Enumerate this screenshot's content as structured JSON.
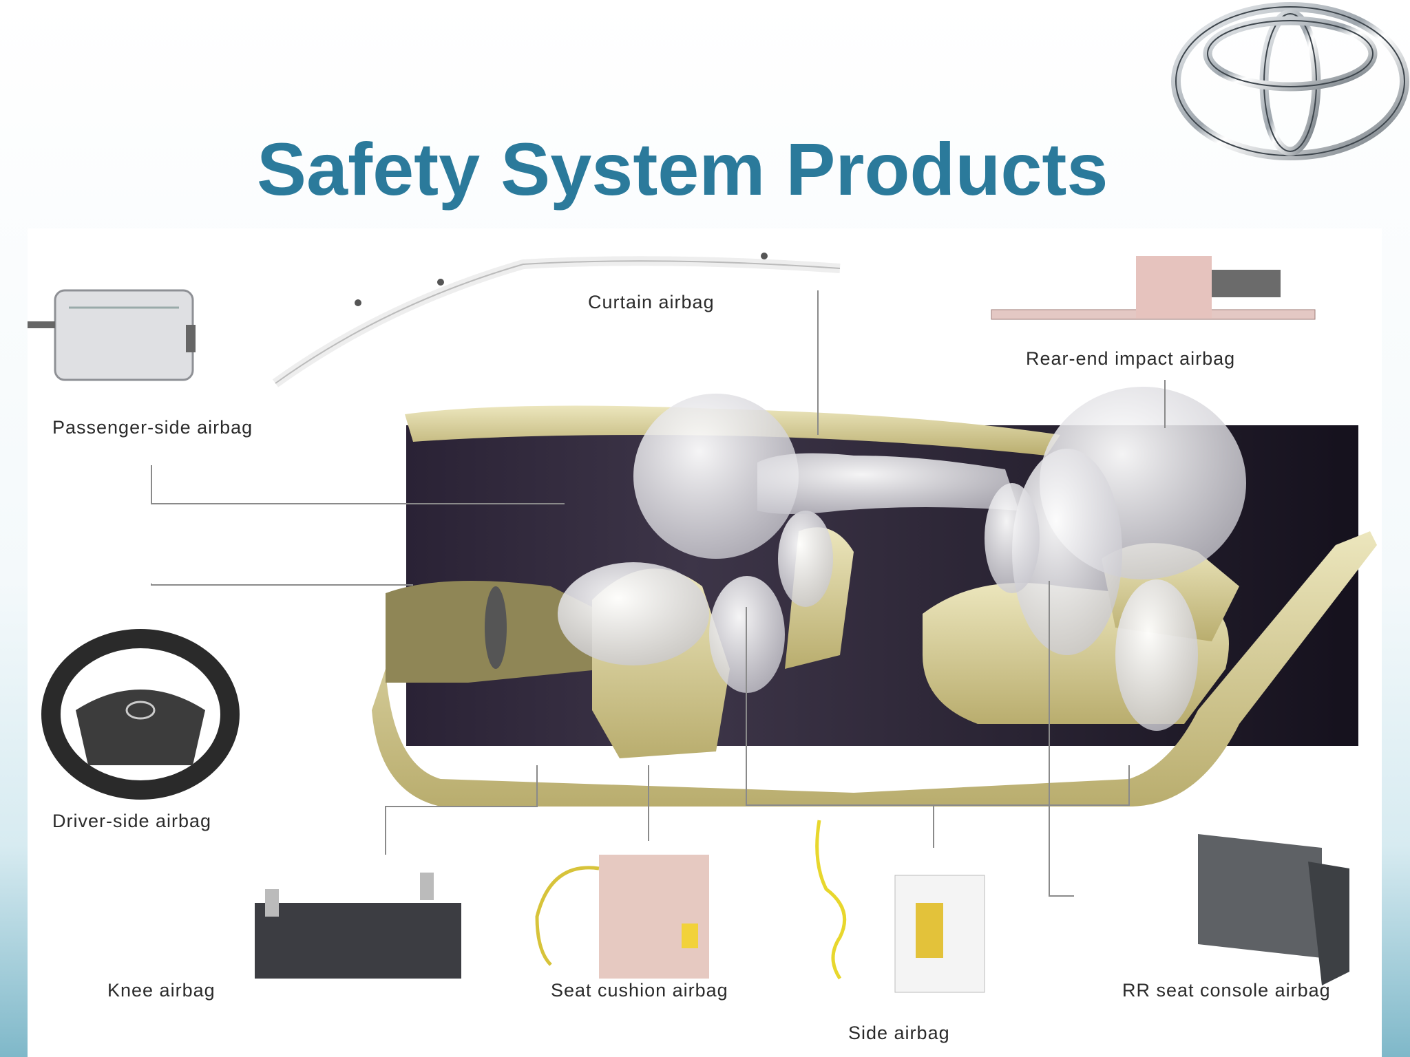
{
  "title": "Safety System Products",
  "logo": {
    "icon": "toyota-emblem-icon"
  },
  "labels": {
    "curtain": "Curtain airbag",
    "rear_end": "Rear-end impact airbag",
    "passenger": "Passenger-side airbag",
    "driver": "Driver-side airbag",
    "knee": "Knee airbag",
    "seat_cushion": "Seat cushion airbag",
    "side": "Side airbag",
    "rr_console": "RR seat console airbag"
  },
  "colors": {
    "title": "#2b7a9b",
    "interior": "#d8cf9a",
    "airbag": "#e8e8ea",
    "background_dark": "#1b1626"
  }
}
